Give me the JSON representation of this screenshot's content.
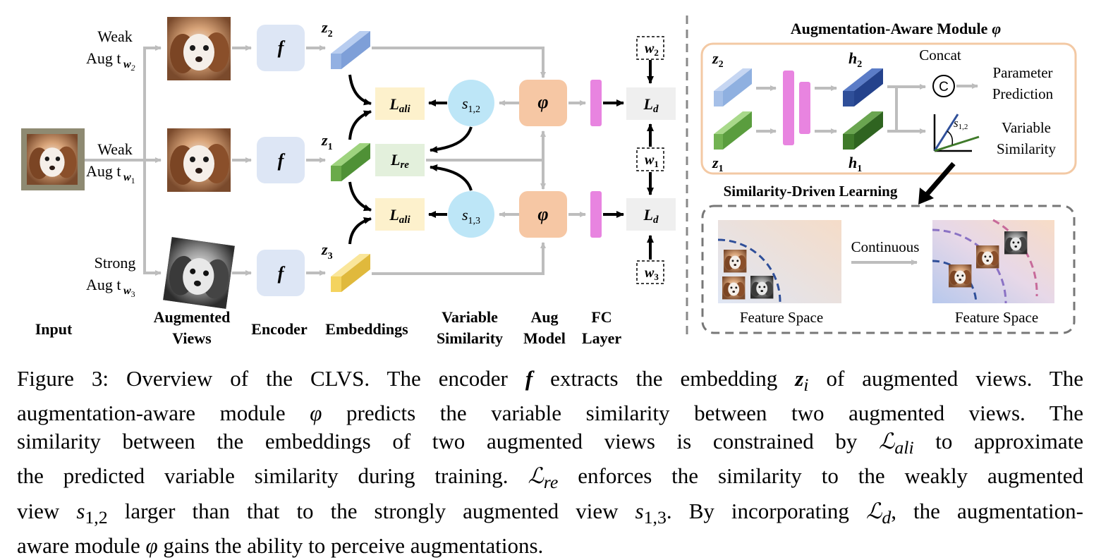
{
  "diagram": {
    "input_label": "Input",
    "branches": {
      "weak2": [
        "Weak",
        "Aug t"
      ],
      "weak1": [
        "Weak",
        "Aug t"
      ],
      "strong": [
        "Strong",
        "Aug t"
      ],
      "sub_w2": "w",
      "sub_w2_idx": "2",
      "sub_w1": "w",
      "sub_w1_idx": "1",
      "sub_w3": "w",
      "sub_w3_idx": "3"
    },
    "encoder_symbol": "f",
    "embeddings": {
      "z2": "z",
      "z2_idx": "2",
      "z1": "z",
      "z1_idx": "1",
      "z3": "z",
      "z3_idx": "3"
    },
    "losses": {
      "ali": "ali",
      "re": "re",
      "d": "d",
      "L": "L"
    },
    "similarity": {
      "s12": "s",
      "s12_idx": "1,2",
      "s13": "s",
      "s13_idx": "1,3"
    },
    "phi": "φ",
    "weights": {
      "w2": "w",
      "w2_idx": "2",
      "w1": "w",
      "w1_idx": "1",
      "w3": "w",
      "w3_idx": "3"
    },
    "column_labels": {
      "augmented_views": [
        "Augmented",
        "Views"
      ],
      "encoder": "Encoder",
      "embeddings": "Embeddings",
      "variable_similarity": [
        "Variable",
        "Similarity"
      ],
      "aug_model": [
        "Aug",
        "Model"
      ],
      "fc_layer": [
        "FC",
        "Layer"
      ]
    }
  },
  "module": {
    "title": "Augmentation-Aware Module",
    "title_symbol": "φ",
    "z2": "z",
    "z2_idx": "2",
    "z1": "z",
    "z1_idx": "1",
    "h2": "h",
    "h2_idx": "2",
    "h1": "h",
    "h1_idx": "1",
    "concat": "Concat",
    "concat_symbol": "C",
    "param_prediction": [
      "Parameter",
      "Prediction"
    ],
    "variable_similarity": [
      "Variable",
      "Similarity"
    ],
    "angle_label": "s",
    "angle_idx": "1,2"
  },
  "learning": {
    "title": "Similarity-Driven  Learning",
    "continuous": "Continuous",
    "feature_space_left": "Feature Space",
    "feature_space_right": "Feature Space"
  },
  "caption": {
    "line1": "Figure 3: Overview of the CLVS. The encoder f extracts the embedding z_i of augmented views. The",
    "line2": "augmentation-aware module φ predicts the variable similarity between two augmented views. The",
    "line3": "similarity between the embeddings of two augmented views is constrained by L_ali to approximate",
    "line4": "the predicted variable similarity during training. L_re enforces the similarity to the weakly augmented",
    "line5": "view s_1,2 larger than that to the strongly augmented view s_1,3. By incorporating L_d, the augmentation-",
    "line6": "aware module φ gains the ability to perceive augmentations."
  },
  "colors": {
    "encoder_box": "#dde6f5",
    "embedding_blue": "#8fb0e0",
    "embedding_green": "#6aaa4a",
    "embedding_yellow": "#f4d35e",
    "loss_ali_box": "#fdf1cc",
    "loss_re_box": "#e3f0dc",
    "loss_d_box": "#efefef",
    "similarity_circle": "#bde6f7",
    "phi_box": "#f6c7a4",
    "fc_bar": "#e884e0",
    "module_border": "#f3c9a4",
    "arrow_gray": "#bdbdbd",
    "dark_blue": "#2f4f99",
    "dark_green": "#3f7a2a"
  }
}
